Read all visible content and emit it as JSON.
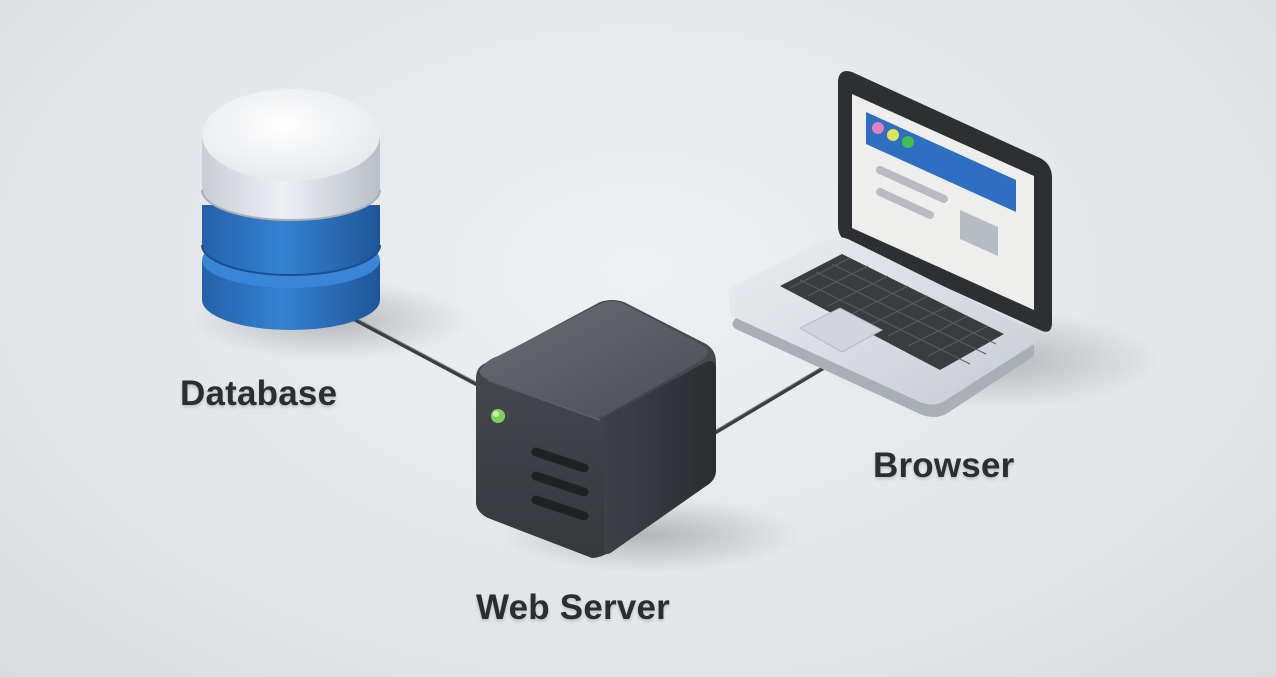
{
  "nodes": {
    "database": {
      "label": "Database"
    },
    "web_server": {
      "label": "Web Server"
    },
    "browser": {
      "label": "Browser"
    }
  },
  "edges": [
    {
      "from": "database",
      "to": "web_server"
    },
    {
      "from": "web_server",
      "to": "browser"
    }
  ],
  "colors": {
    "database_blue": "#2f76c3",
    "database_top": "#f4f6f8",
    "server_body": "#3f4247",
    "server_led": "#7dd35a",
    "laptop_shell": "#d9dde1",
    "browser_header": "#2e6fc1",
    "dot_pink": "#e57fc4",
    "dot_yellow": "#e3e05a",
    "dot_green": "#3fbf4f"
  }
}
